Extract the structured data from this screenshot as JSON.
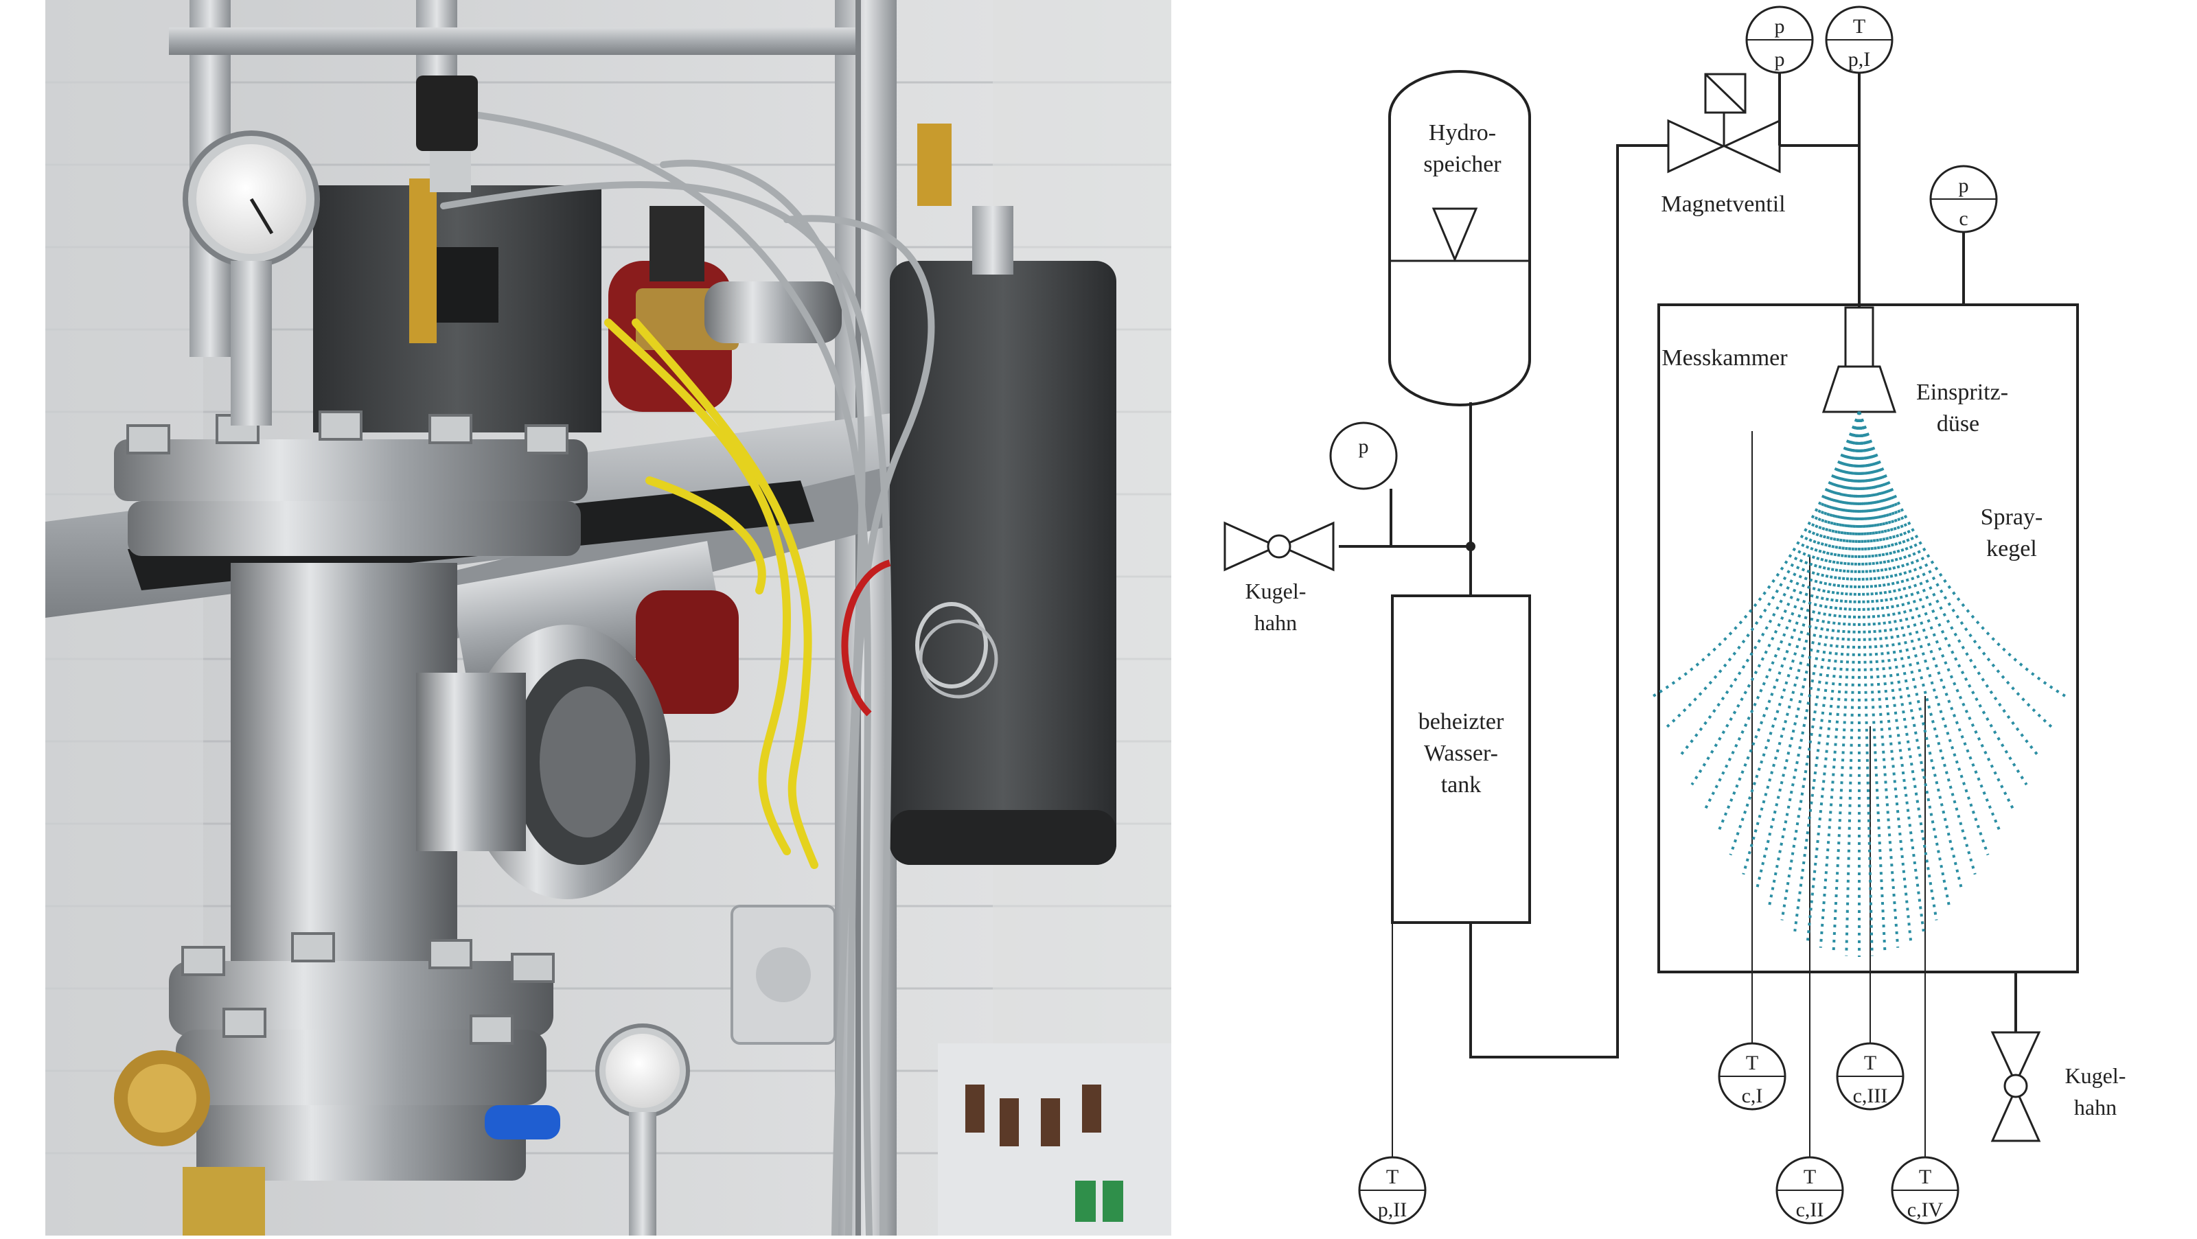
{
  "labels": {
    "hydrospeicher_1": "Hydro-",
    "hydrospeicher_2": "speicher",
    "magnetventil": "Magnetventil",
    "messkammer": "Messkammer",
    "einspritz_1": "Einspritz-",
    "einspritz_2": "düse",
    "spray_1": "Spray-",
    "spray_2": "kegel",
    "kugelhahn_left_1": "Kugel-",
    "kugelhahn_left_2": "hahn",
    "kugelhahn_right_1": "Kugel-",
    "kugelhahn_right_2": "hahn",
    "tank_1": "beheizter",
    "tank_2": "Wasser-",
    "tank_3": "tank"
  },
  "sensors": {
    "pp_top": "p",
    "pp_bottom": "p",
    "tpi_top": "T",
    "tpi_bottom": "p,I",
    "pc_top": "p",
    "pc_bottom": "c",
    "p_single": "p",
    "tci_top": "T",
    "tci_bottom": "c,I",
    "tcii_top": "T",
    "tcii_bottom": "c,II",
    "tciii_top": "T",
    "tciii_bottom": "c,III",
    "tciv_top": "T",
    "tciv_bottom": "c,IV",
    "tpii_top": "T",
    "tpii_bottom": "p,II"
  },
  "colors": {
    "spray": "#2b8ea3",
    "line": "#222222"
  }
}
